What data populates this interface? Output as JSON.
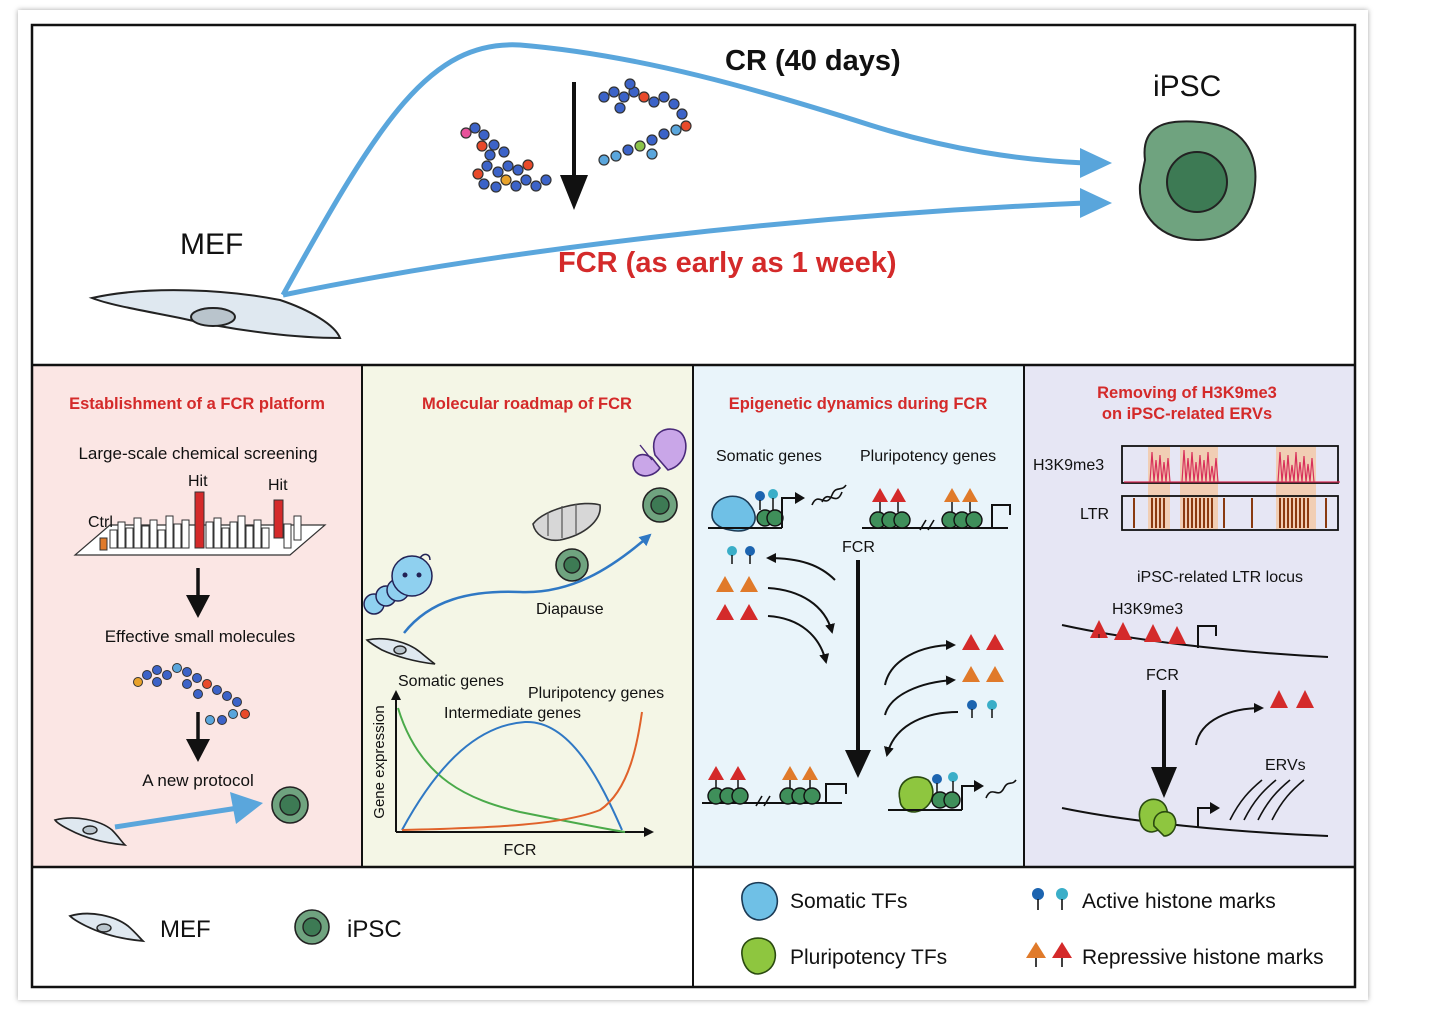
{
  "top": {
    "cr_label": "CR (40 days)",
    "fcr_label": "FCR (as early as 1 week)",
    "mef_label": "MEF",
    "ipsc_label": "iPSC"
  },
  "panel1": {
    "title": "Establishment of a FCR platform",
    "screening": "Large-scale chemical screening",
    "hit1": "Hit",
    "hit2": "Hit",
    "ctrl": "Ctrl",
    "effective": "Effective small molecules",
    "protocol": "A new protocol"
  },
  "panel2": {
    "title": "Molecular roadmap of FCR",
    "diapause": "Diapause",
    "somatic": "Somatic genes",
    "pluripotency": "Pluripotency genes",
    "intermediate": "Intermediate genes",
    "ylabel": "Gene expression",
    "xlabel": "FCR"
  },
  "panel3": {
    "title": "Epigenetic dynamics during FCR",
    "somatic": "Somatic genes",
    "pluripotency": "Pluripotency genes",
    "fcr": "FCR"
  },
  "panel4": {
    "title_line1": "Removing of H3K9me3",
    "title_line2": "on iPSC-related ERVs",
    "track1": "H3K9me3",
    "track2": "LTR",
    "locus": "iPSC-related LTR locus",
    "mark": "H3K9me3",
    "fcr": "FCR",
    "ervs": "ERVs"
  },
  "legend": {
    "mef": "MEF",
    "ipsc": "iPSC",
    "somatic_tfs": "Somatic TFs",
    "pluripotency_tfs": "Pluripotency TFs",
    "active": "Active histone marks",
    "repressive": "Repressive histone marks"
  },
  "colors": {
    "title_red": "#d42a2a",
    "arrow_blue": "#5aa6dc",
    "ipsc_green": "#4e8a62",
    "panel1_bg": "#fbe6e4",
    "panel2_bg": "#f4f6e6",
    "panel3_bg": "#e9f4fa",
    "panel4_bg": "#e6e6f4"
  }
}
